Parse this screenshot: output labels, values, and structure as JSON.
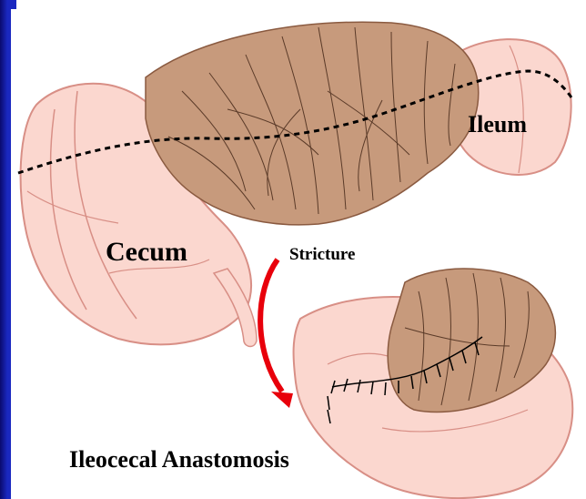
{
  "labels": {
    "ileum": "Ileum",
    "cecum": "Cecum",
    "stricture": "Stricture",
    "anastomosis": "Ileocecal Anastomosis"
  },
  "colors": {
    "background_blue": "#1a28c0",
    "bowel_fill": "#fbd7cf",
    "bowel_outline": "#d88f86",
    "mesentery_fill": "#c79a7c",
    "arrow": "#e8000b",
    "cut_line": "#000000"
  }
}
